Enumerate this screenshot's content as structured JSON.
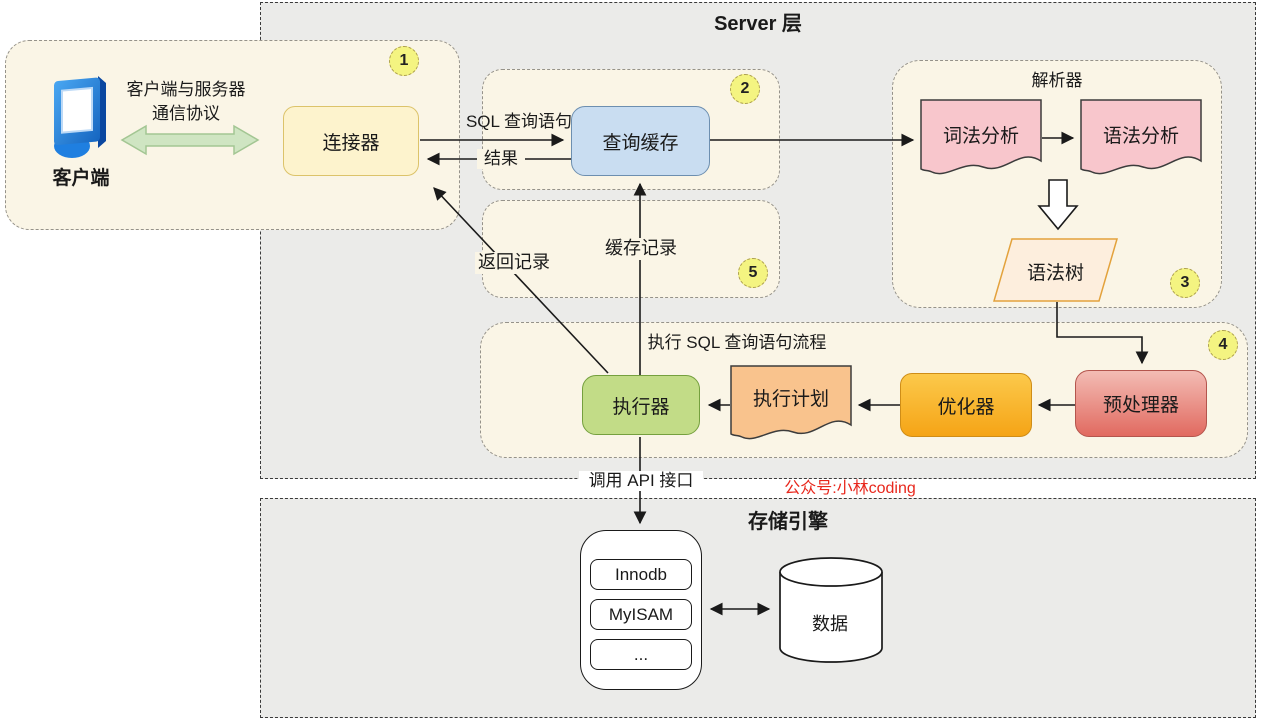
{
  "diagram": {
    "server_layer_title": "Server 层",
    "storage_layer_title": "存储引擎",
    "watermark": "公众号:小林coding",
    "badges": {
      "b1": "1",
      "b2": "2",
      "b3": "3",
      "b4": "4",
      "b5": "5"
    },
    "client": {
      "label": "客户端",
      "protocol_line1": "客户端与服务器",
      "protocol_line2": "通信协议",
      "connector": "连接器"
    },
    "nodes": {
      "query_cache": "查询缓存",
      "lexical_analysis": "词法分析",
      "syntax_analysis": "语法分析",
      "syntax_tree": "语法树",
      "executor": "执行器",
      "execution_plan": "执行计划",
      "optimizer": "优化器",
      "preprocessor": "预处理器"
    },
    "section_titles": {
      "parser": "解析器",
      "execute_flow": "执行 SQL 查询语句流程"
    },
    "edge_labels": {
      "sql_query": "SQL 查询语句",
      "result": "结果",
      "cache_record": "缓存记录",
      "return_record": "返回记录",
      "call_api": "调用 API 接口"
    },
    "storage": {
      "engines": [
        "Innodb",
        "MyISAM",
        "..."
      ],
      "data_label": "数据"
    },
    "colors": {
      "panel_gray": "#ebebe9",
      "cream": "#faf5e6",
      "connector_fill": "#fdf3cd",
      "query_cache_fill": "#c9ddf1",
      "doc_pink": "#f8c6cc",
      "syntax_tree_fill": "#fdeedd",
      "executor_green": "#c2dc87",
      "plan_orange": "#f9c38d",
      "optimizer_orange": "#f7b430",
      "preprocessor_red": "#e98f86",
      "badge_yellow": "#f4f481",
      "watermark_red": "#e8271c"
    }
  }
}
